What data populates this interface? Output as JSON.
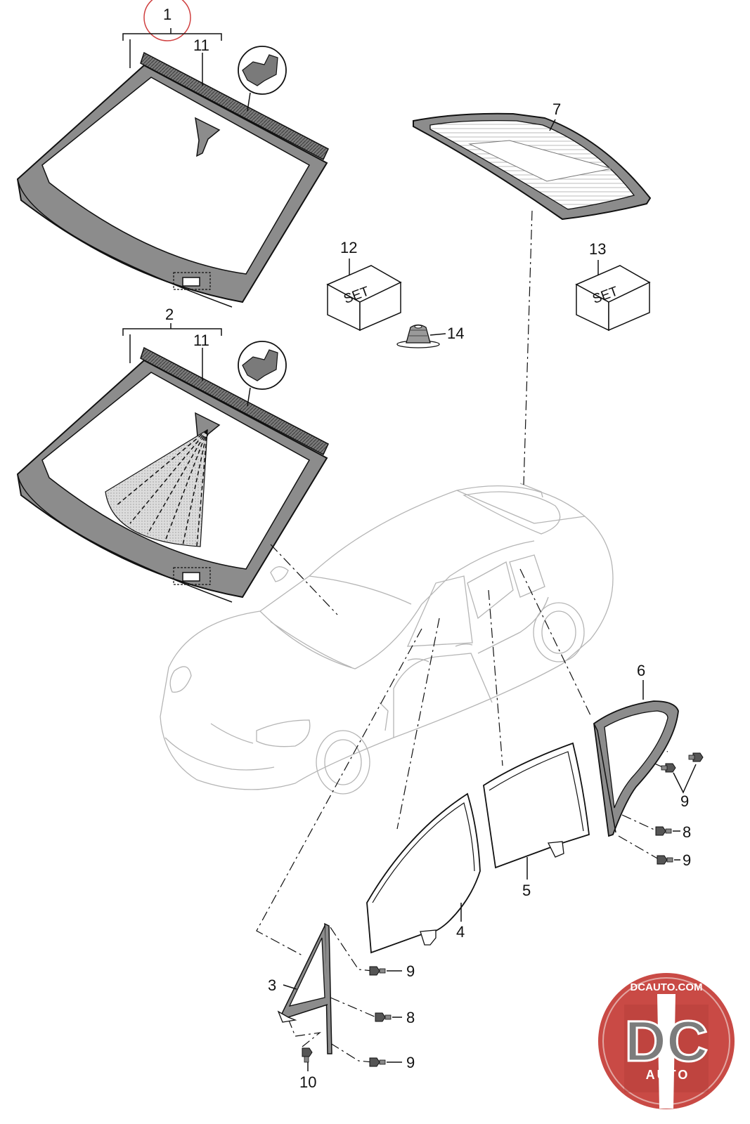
{
  "callouts": {
    "c1": "1",
    "c2": "2",
    "c3": "3",
    "c4": "4",
    "c5": "5",
    "c6": "6",
    "c7": "7",
    "c8a": "8",
    "c8b": "8",
    "c9a": "9",
    "c9b": "9",
    "c9c": "9",
    "c9d": "9",
    "c10": "10",
    "c11a": "11",
    "c11b": "11",
    "c12": "12",
    "c13": "13",
    "c14": "14"
  },
  "kit_boxes": {
    "box12_label": "SET",
    "box13_label": "SET"
  },
  "logo": {
    "top_text": "DCAUTO.COM",
    "main_text": "DC",
    "sub_text": "AUTO"
  },
  "colors": {
    "glass_frame": "#8c8c8c",
    "glass": "#ffffff",
    "logo_red": "#c94a45",
    "highlight_circle": "#d04040"
  }
}
